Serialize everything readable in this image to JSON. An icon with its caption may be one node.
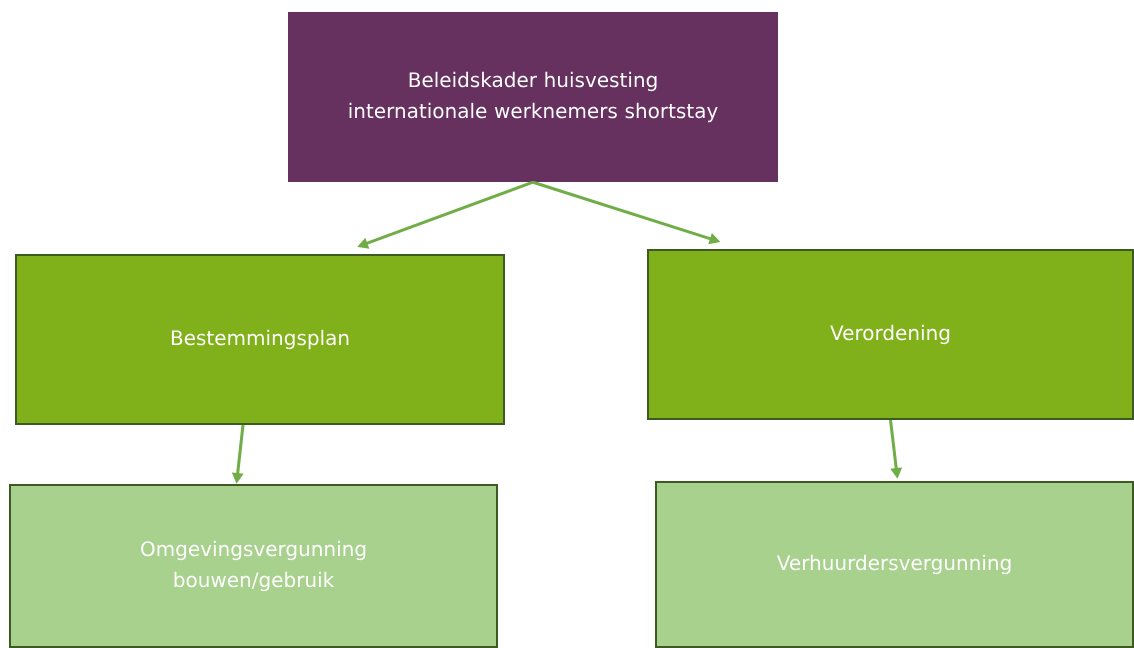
{
  "diagram": {
    "nodes": [
      {
        "text": [
          "Beleidskader huisvesting internationale werknemers shortstay"
        ]
      },
      {
        "text": [
          "Bestemmingsplan"
        ]
      },
      {
        "text": [
          "Verordening"
        ]
      },
      {
        "text": [
          "Omgevingsvergunning bouwen/gebruik"
        ]
      },
      {
        "text": [
          "Verhuurdersvergunning"
        ]
      }
    ],
    "edges": [
      {
        "from": 0,
        "to": 1,
        "arrow": "to"
      },
      {
        "from": 0,
        "to": 2,
        "arrow": "to"
      },
      {
        "from": 1,
        "to": 3,
        "arrow": "to"
      },
      {
        "from": 2,
        "to": 4,
        "arrow": "to"
      }
    ]
  }
}
